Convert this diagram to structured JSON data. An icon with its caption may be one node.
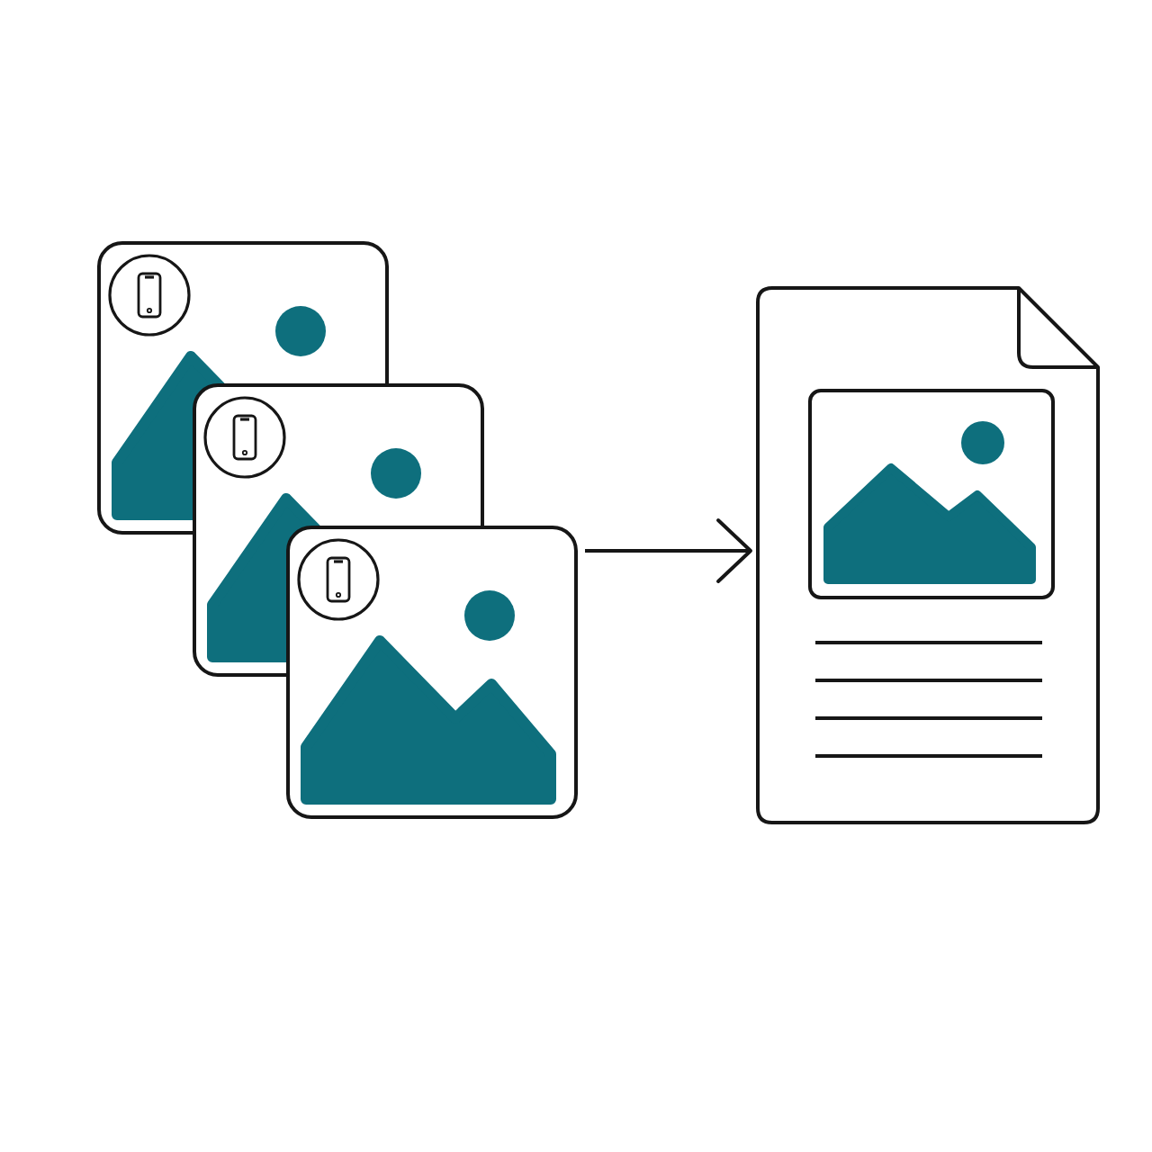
{
  "diagram": {
    "nodes": [
      {
        "text": [],
        "shape": "picture"
      },
      {
        "text": [],
        "shape": "document"
      }
    ],
    "edges": [
      {
        "from": 0,
        "to": 1,
        "arrow": "to"
      }
    ]
  }
}
